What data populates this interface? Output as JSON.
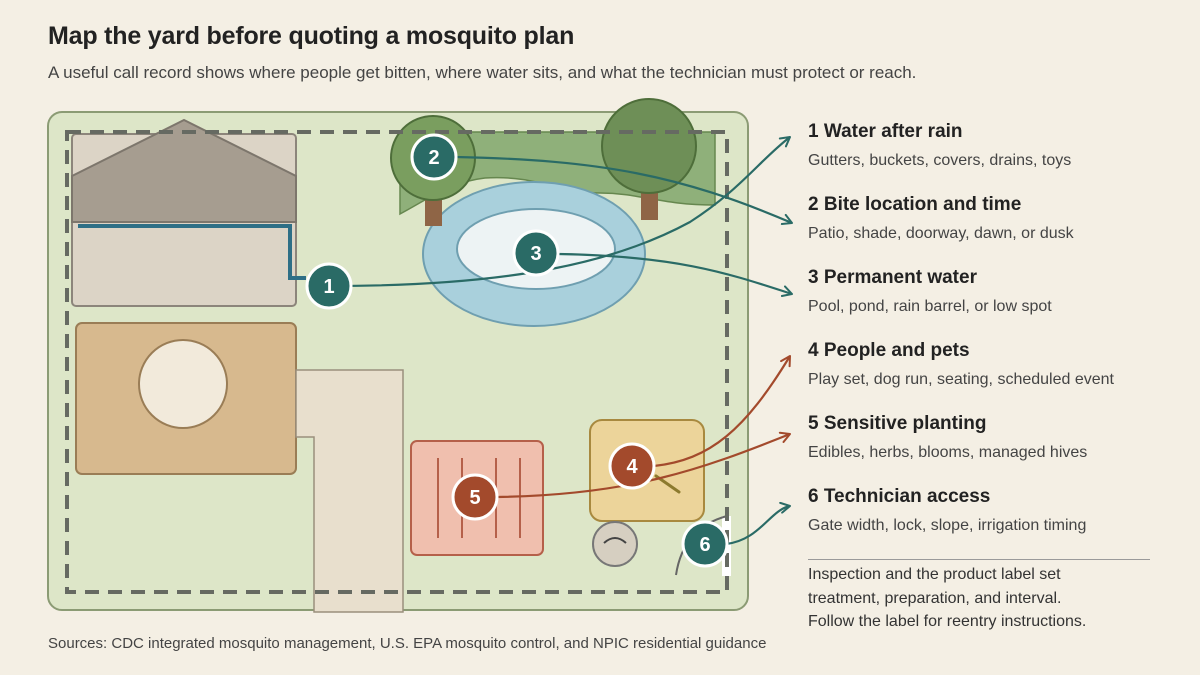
{
  "header": {
    "title": "Map the yard before quoting a mosquito plan",
    "subtitle": "A useful call record shows where people get bitten, where water sits, and what the technician must protect or reach."
  },
  "markers": [
    {
      "num": "1",
      "color": "#2a6b66"
    },
    {
      "num": "2",
      "color": "#2a6b66"
    },
    {
      "num": "3",
      "color": "#2a6b66"
    },
    {
      "num": "4",
      "color": "#a34a2c"
    },
    {
      "num": "5",
      "color": "#a34a2c"
    },
    {
      "num": "6",
      "color": "#2a6b66"
    }
  ],
  "legend": [
    {
      "title": "1 Water after rain",
      "desc": "Gutters, buckets, covers, drains, toys"
    },
    {
      "title": "2 Bite location and time",
      "desc": "Patio, shade, doorway, dawn, or dusk"
    },
    {
      "title": "3 Permanent water",
      "desc": "Pool, pond, rain barrel, or low spot"
    },
    {
      "title": "4 People and pets",
      "desc": "Play set, dog run, seating, scheduled event"
    },
    {
      "title": "5 Sensitive planting",
      "desc": "Edibles, herbs, blooms, managed hives"
    },
    {
      "title": "6 Technician access",
      "desc": "Gate width, lock, slope, irrigation timing"
    }
  ],
  "note": {
    "line1": "Inspection and the product label set",
    "line2": "treatment, preparation, and interval.",
    "line3": "Follow the label for reentry instructions."
  },
  "source": "Sources: CDC integrated mosquito management, U.S. EPA mosquito control, and NPIC residential guidance",
  "colors": {
    "teal": "#2a6b66",
    "rust": "#a34a2c",
    "lawn": "#dde6c8",
    "water": "#a9d0dc"
  }
}
